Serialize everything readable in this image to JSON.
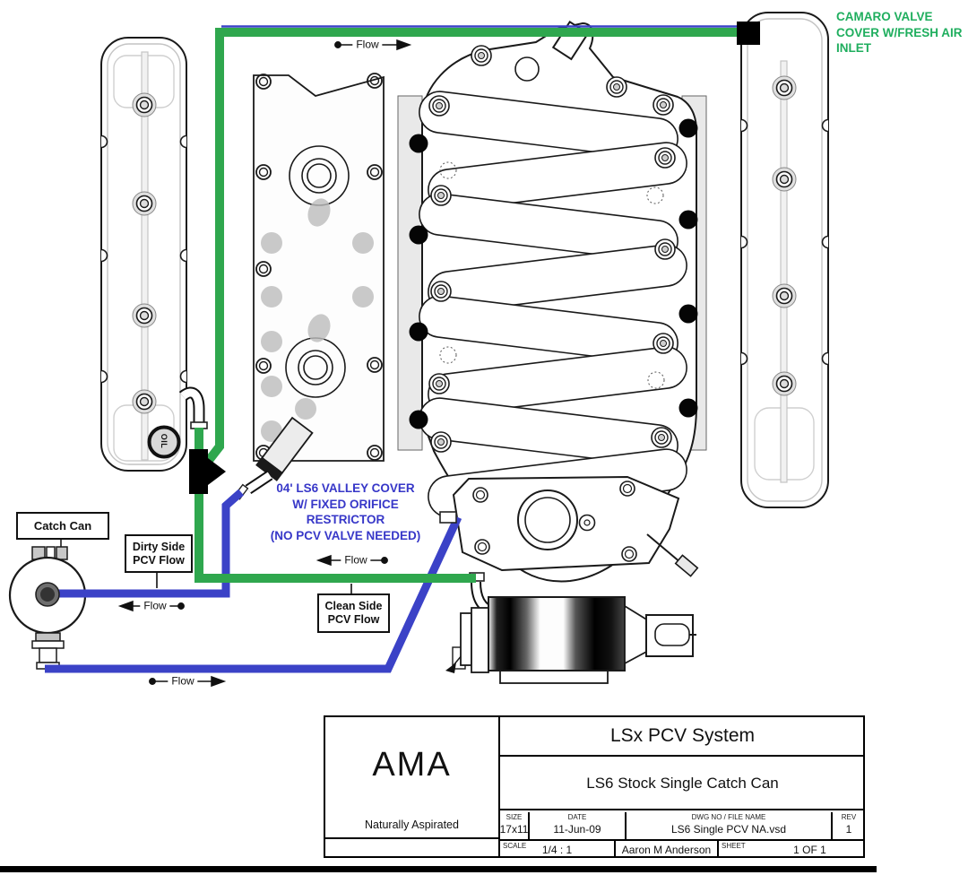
{
  "notes": {
    "camaro": "CAMARO VALVE\nCOVER W/FRESH AIR\nINLET",
    "valley": "04' LS6 VALLEY COVER\nW/ FIXED ORIFICE\nRESTRICTOR\n(NO PCV VALVE NEEDED)"
  },
  "labels": {
    "catch_can": "Catch Can",
    "dirty_side": "Dirty Side\nPCV Flow",
    "clean_side": "Clean Side\nPCV Flow",
    "flow": "Flow",
    "oil_cap": "OIL"
  },
  "title_block": {
    "company": "AMA",
    "system_title": "LSx PCV System",
    "drawing_title": "LS6 Stock Single Catch Can",
    "aspiration": "Naturally Aspirated",
    "size_label": "SIZE",
    "size_value": "17x11",
    "date_label": "DATE",
    "date_value": "11-Jun-09",
    "dwg_label": "DWG NO / FILE NAME",
    "dwg_value": "LS6 Single PCV NA.vsd",
    "rev_label": "REV",
    "rev_value": "1",
    "scale_label": "SCALE",
    "scale_value": "1/4 : 1",
    "author": "Aaron M Anderson",
    "sheet_label": "SHEET",
    "sheet_value": "1 OF 1"
  },
  "colors": {
    "fresh_air_hose": "#2fa74e",
    "dirty_hose": "#3b42c7",
    "note_green": "#1fae5e",
    "note_blue": "#3737c8"
  }
}
